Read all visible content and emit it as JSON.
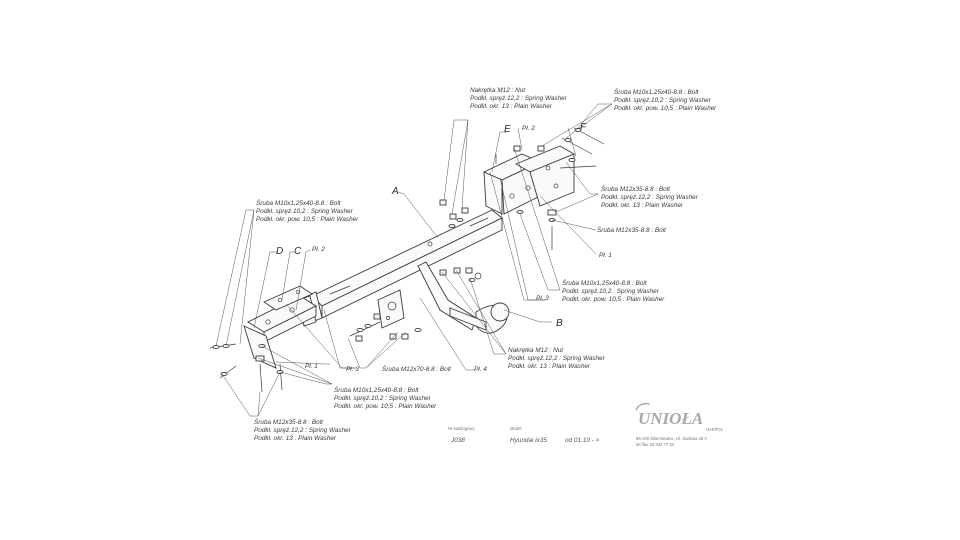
{
  "callouts": {
    "top_nut": [
      "Nakrętka M12 : Nut",
      "Podkł. spręż.12,2 : Spring Washer",
      "Podkł. okr. 13 : Plain Washer"
    ],
    "top_right_bolt": [
      "Śruba M10x1,25x40-8.8 : Bolt",
      "Podkł. spręż.10,2 : Spring Washer",
      "Podkł. okr. pow. 10,5 : Plain Washer"
    ],
    "right_bolt_m12": [
      "Śruba M12x35-8.8 : Bolt",
      "Podkł. spręż.12,2 : Spring Washer",
      "Podkł. okr. 13 : Plain Washer"
    ],
    "right_bolt_single": "Śruba M12x35-8.8 : Bolt",
    "right_mid_bolt": [
      "Śruba M10x1,25x40-8.8 : Bolt",
      "Podkł. spręż.10,2 : Spring Washer",
      "Podkł. okr. pow. 10,5 : Plain Washer"
    ],
    "left_bolt": [
      "Śruba M10x1,25x40-8.8 : Bolt",
      "Podkł. spręż.10,2 : Spring Washer",
      "Podkł. okr. pow. 10,5 : Plain Washer"
    ],
    "center_bolt": "Śruba M12x70-8.8 : Bolt",
    "bottom_nut": [
      "Nakrętka M12 : Nut",
      "Podkł. spręż.12,2 : Spring Washer",
      "Podkł. okr. 13 : Plain Washer"
    ],
    "bottom_mid_bolt": [
      "Śruba M10x1,25x40-8.8 : Bolt",
      "Podkł. spręż.10,2 : Spring Washer",
      "Podkł. okr. pow. 10,5 : Plain Washer"
    ],
    "bottom_left_bolt": [
      "Śruba M12x35-8.8 : Bolt",
      "Podkł. spręż.12,2 : Spring Washer",
      "Podkł. okr. 13 : Plain Washer"
    ]
  },
  "part_labels": {
    "A": "A",
    "B": "B",
    "C": "C",
    "D": "D",
    "E": "E",
    "F": "F",
    "pl1_right": "Pł. 1",
    "pl1_left": "Pł. 1",
    "pl2_top": "Pł. 2",
    "pl2_left": "Pł. 2",
    "pl3_right": "Pł. 3",
    "pl3_left": "Pł. 3",
    "pl4": "Pł. 4"
  },
  "title_block": {
    "catalog_label": "Nr katalogowy",
    "catalog_no": "J038",
    "model_label": "Model",
    "model": "Hyundai ix35",
    "years": "od 01.10 - >"
  },
  "logo": {
    "brand": "UNIOŁA",
    "sub": "HAKPOL",
    "address_line1": "96-100 Skierniewice, Ul. Sadowa 28 A",
    "address_line2": "tel./fax 46 833 77 34"
  }
}
